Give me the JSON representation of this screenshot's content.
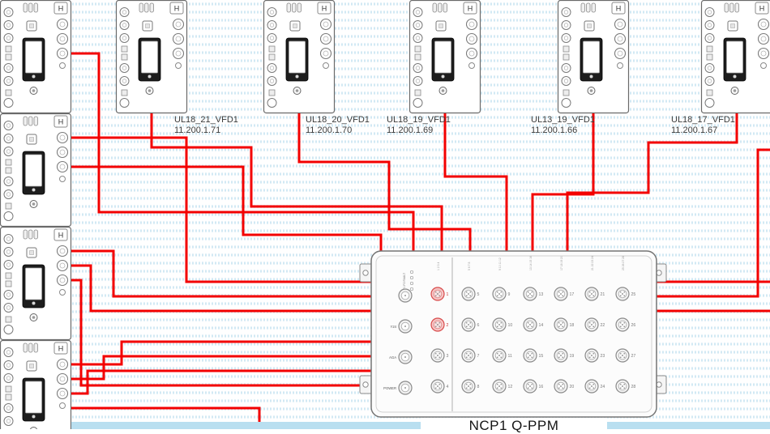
{
  "devices": [
    {
      "name": "UL18_21_VFD1",
      "ip": "11.200.1.71"
    },
    {
      "name": "UL18_20_VFD1",
      "ip": "11.200.1.70"
    },
    {
      "name": "UL18_19_VFD1",
      "ip": "11.200.1.69"
    },
    {
      "name": "UL13_19_VFD1",
      "ip": "11.200.1.66"
    },
    {
      "name": "UL18_17_VFD1",
      "ip": "11.200.1.67"
    }
  ],
  "symbol": {
    "corner_label": "H"
  },
  "central_device": {
    "name": "NCP1 Q-PPM",
    "status_labels": [
      "P1",
      "P2",
      "FAULT"
    ],
    "left_port_labels": [
      "Y24",
      "AGA",
      "POWER"
    ],
    "ports": [
      1,
      2,
      3,
      4,
      5,
      6,
      7,
      8,
      9,
      10,
      11,
      12,
      13,
      14,
      15,
      16,
      17,
      18,
      19,
      20,
      21,
      22,
      23,
      24,
      25,
      26,
      27,
      28
    ],
    "highlighted_ports": [
      1,
      2
    ]
  },
  "colors": {
    "wire": "#f30000",
    "port_highlight": "#d84a4a",
    "scrollbar": "#b9dff0",
    "grid_dot": "#d2e9f4"
  }
}
